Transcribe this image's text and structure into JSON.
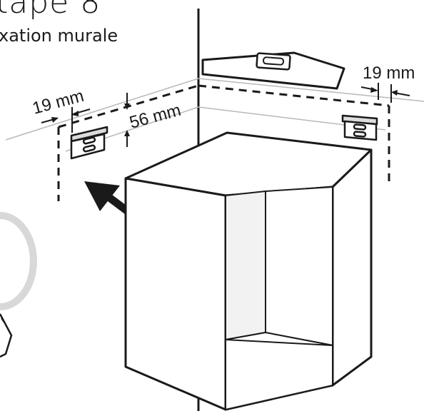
{
  "header": {
    "title": "tape 8",
    "subtitle": "xation murale"
  },
  "dimensions": {
    "left_offset": "19 mm",
    "right_offset": "19 mm",
    "vertical_offset": "56 mm"
  },
  "colors": {
    "line": "#1a1a1a",
    "guide": "#b9b9b9",
    "panel": "#f2f2f2"
  }
}
